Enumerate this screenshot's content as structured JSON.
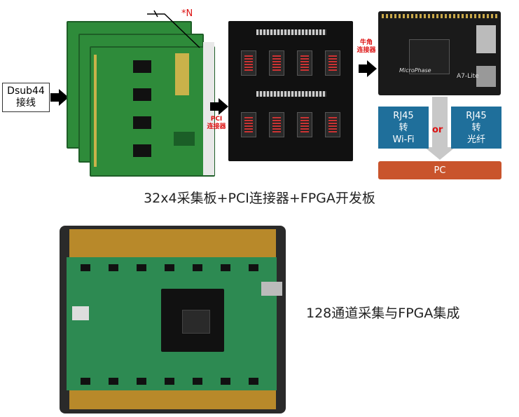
{
  "top_diagram": {
    "input_label_line1": "Dsub44",
    "input_label_line2": "接线",
    "board_mark": "*N",
    "pci_label_line1": "PCI",
    "pci_label_line2": "连接器",
    "horn_label_line1": "牛角",
    "horn_label_line2": "连接器",
    "fpga_board_text": "MicroPhase",
    "fpga_board_model": "A7-Lite",
    "option_left_line1": "RJ45",
    "option_left_line2": "转",
    "option_left_line3": "Wi-Fi",
    "option_right_line1": "RJ45",
    "option_right_line2": "转",
    "option_right_line3": "光纤",
    "or_label": "or",
    "pc_label": "PC"
  },
  "captions": {
    "top": "32x4采集板+PCI连接器+FPGA开发板",
    "bottom_right": "128通道采集与FPGA集成"
  },
  "colors": {
    "blue_box": "#1f6f9b",
    "pc_box": "#c9542c",
    "pcb_green": "#2e8b3a",
    "highlight_red": "#dd1111"
  }
}
